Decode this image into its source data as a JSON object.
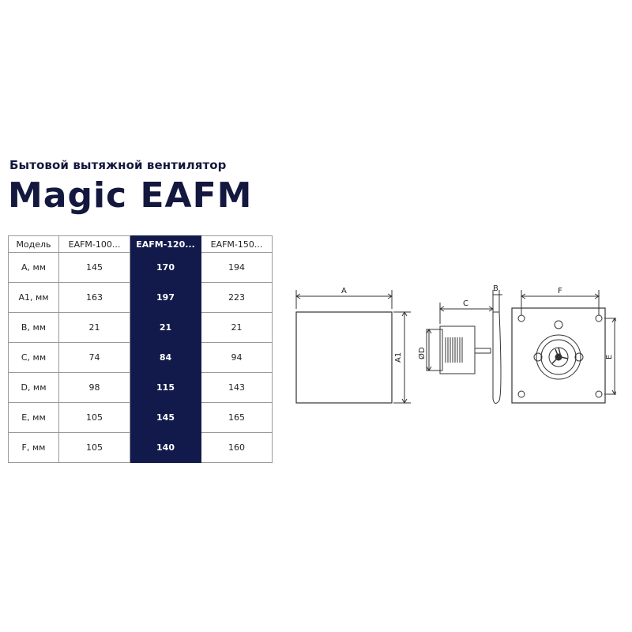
{
  "header": {
    "subtitle": "Бытовой вытяжной вентилятор",
    "title": "Magic EAFM"
  },
  "table": {
    "columns": [
      "Модель",
      "EAFM-100...",
      "EAFM-120...",
      "EAFM-150..."
    ],
    "highlighted_column": "EAFM-120...",
    "highlight_color": "#111a4a",
    "rows": [
      {
        "label": "A, мм",
        "v100": "145",
        "v120": "170",
        "v150": "194"
      },
      {
        "label": "A1, мм",
        "v100": "163",
        "v120": "197",
        "v150": "223"
      },
      {
        "label": "B, мм",
        "v100": "21",
        "v120": "21",
        "v150": "21"
      },
      {
        "label": "C, мм",
        "v100": "74",
        "v120": "84",
        "v150": "94"
      },
      {
        "label": "D, мм",
        "v100": "98",
        "v120": "115",
        "v150": "143"
      },
      {
        "label": "E, мм",
        "v100": "105",
        "v120": "145",
        "v150": "165"
      },
      {
        "label": "F, мм",
        "v100": "105",
        "v120": "140",
        "v150": "160"
      }
    ]
  },
  "drawing": {
    "labels": {
      "a": "A",
      "a1": "A1",
      "b": "B",
      "c": "C",
      "d": "ØD",
      "e": "E",
      "f": "F"
    }
  }
}
